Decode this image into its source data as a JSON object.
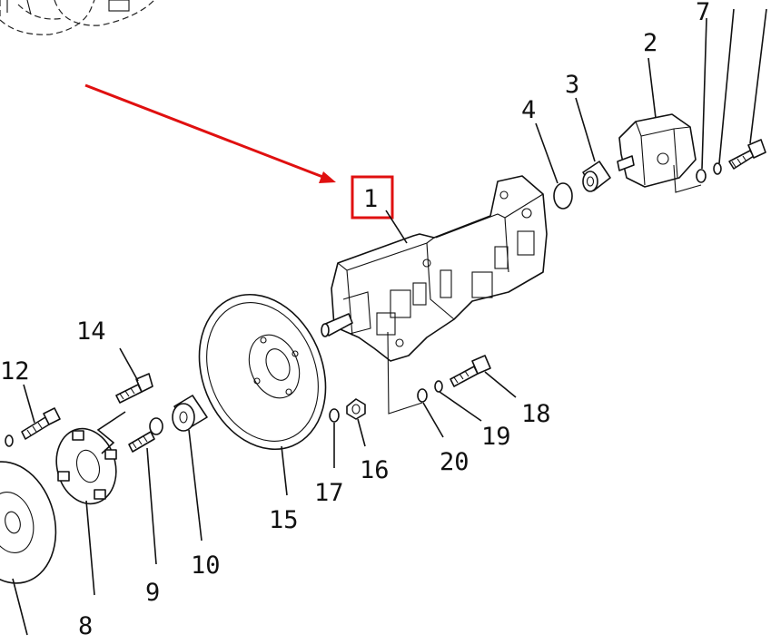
{
  "labels": {
    "l1": "1",
    "l2": "2",
    "l3": "3",
    "l4": "4",
    "l7": "7",
    "l8": "8",
    "l9": "9",
    "l10": "10",
    "l12": "12",
    "l14": "14",
    "l15": "15",
    "l16": "16",
    "l17": "17",
    "l18": "18",
    "l19": "19",
    "l20": "20"
  },
  "highlight_color": "#e01010",
  "line_color": "#111111"
}
